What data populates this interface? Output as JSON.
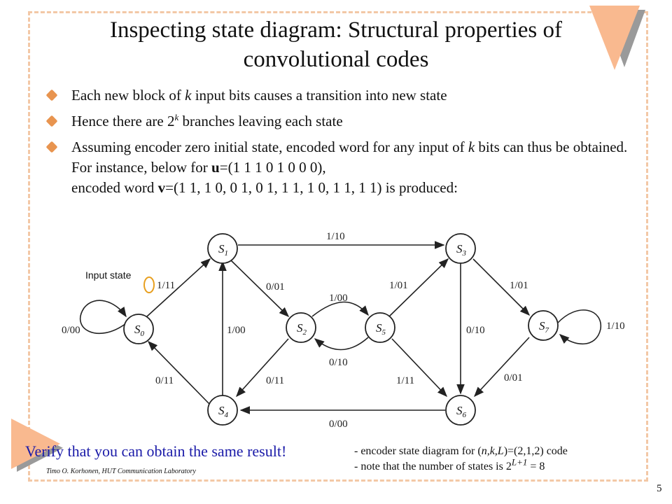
{
  "slide": {
    "title_line1": "Inspecting state diagram: Structural properties of",
    "title_line2": "convolutional codes",
    "bullet1_a": "Each new block of ",
    "bullet1_k": "k",
    "bullet1_b": " input bits causes a transition into new state",
    "bullet2_a": "Hence there are 2",
    "bullet2_k": "k",
    "bullet2_b": " branches leaving each state",
    "bullet3_a": "Assuming encoder zero initial state, encoded word for any input of ",
    "bullet3_k": "k",
    "bullet3_b": " bits can thus be obtained. For instance, below for ",
    "bullet3_u": "u",
    "bullet3_c": "=(1 1 1 0 1 0 0 0),",
    "bullet3_d": "encoded word ",
    "bullet3_v": "v",
    "bullet3_e": "=(1 1, 1 0, 0 1, 0 1, 1 1, 1 0, 1 1, 1 1) is produced:",
    "input_state_label": "Input state",
    "verify": "Verify that you can obtain the same result!",
    "note1_a": "- encoder state diagram for (",
    "note1_nkl": "n,k,L",
    "note1_b": ")=(2,1,2) code",
    "note2_a": "- note that the number of states is 2",
    "note2_sup": "L+1",
    "note2_b": " = 8",
    "author": "Timo O. Korhonen, HUT Communication Laboratory",
    "page_number": "5"
  },
  "diagram": {
    "nodes": [
      {
        "id": "s0",
        "label": "S",
        "sub": "0"
      },
      {
        "id": "s1",
        "label": "S",
        "sub": "1"
      },
      {
        "id": "s2",
        "label": "S",
        "sub": "2"
      },
      {
        "id": "s3",
        "label": "S",
        "sub": "3"
      },
      {
        "id": "s4",
        "label": "S",
        "sub": "4"
      },
      {
        "id": "s5",
        "label": "S",
        "sub": "5"
      },
      {
        "id": "s6",
        "label": "S",
        "sub": "6"
      },
      {
        "id": "s7",
        "label": "S",
        "sub": "7"
      }
    ],
    "edges": [
      {
        "from": "s0",
        "to": "s0",
        "label": "0/00"
      },
      {
        "from": "s0",
        "to": "s1",
        "label": "1/11"
      },
      {
        "from": "s1",
        "to": "s3",
        "label": "1/10"
      },
      {
        "from": "s1",
        "to": "s2",
        "label": "0/01"
      },
      {
        "from": "s2",
        "to": "s5",
        "label": "1/00"
      },
      {
        "from": "s5",
        "to": "s2",
        "label": "0/10"
      },
      {
        "from": "s4",
        "to": "s1",
        "label": "1/00"
      },
      {
        "from": "s4",
        "to": "s0",
        "label": "0/11"
      },
      {
        "from": "s2",
        "to": "s4",
        "label": "0/11"
      },
      {
        "from": "s5",
        "to": "s3",
        "label": "1/01"
      },
      {
        "from": "s3",
        "to": "s7",
        "label": "1/01"
      },
      {
        "from": "s3",
        "to": "s6",
        "label": "0/10"
      },
      {
        "from": "s5",
        "to": "s6",
        "label": "1/11"
      },
      {
        "from": "s7",
        "to": "s6",
        "label": "0/01"
      },
      {
        "from": "s6",
        "to": "s4",
        "label": "0/00"
      },
      {
        "from": "s7",
        "to": "s7",
        "label": "1/10"
      }
    ],
    "highlight_color": "#e8a020"
  }
}
